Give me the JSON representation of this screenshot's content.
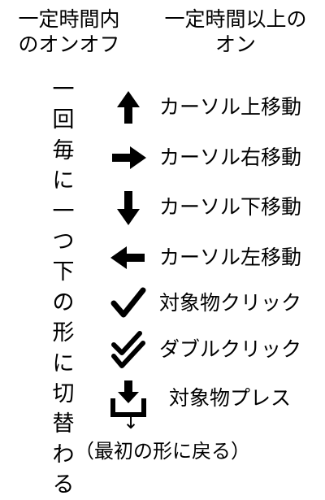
{
  "header": {
    "left_line1": "一定時間内",
    "left_line2": "のオンオフ",
    "right_line1": "一定時間以上の",
    "right_line2": "オン"
  },
  "vertical_text": [
    "一",
    "回",
    "毎",
    "に",
    "一",
    "つ",
    "下",
    "の",
    "形",
    "に",
    "切",
    "替",
    "わ",
    "る"
  ],
  "actions": [
    {
      "icon": "up-arrow-icon",
      "label": "カーソル上移動"
    },
    {
      "icon": "right-arrow-icon",
      "label": "カーソル右移動"
    },
    {
      "icon": "down-arrow-icon",
      "label": "カーソル下移動"
    },
    {
      "icon": "left-arrow-icon",
      "label": "カーソル左移動"
    },
    {
      "icon": "check-icon",
      "label": "対象物クリック"
    },
    {
      "icon": "double-check-icon",
      "label": "ダブルクリック"
    },
    {
      "icon": "press-icon",
      "label": "対象物プレス"
    }
  ],
  "tail_arrow": "↓",
  "footer": "（最初の形に戻る）"
}
